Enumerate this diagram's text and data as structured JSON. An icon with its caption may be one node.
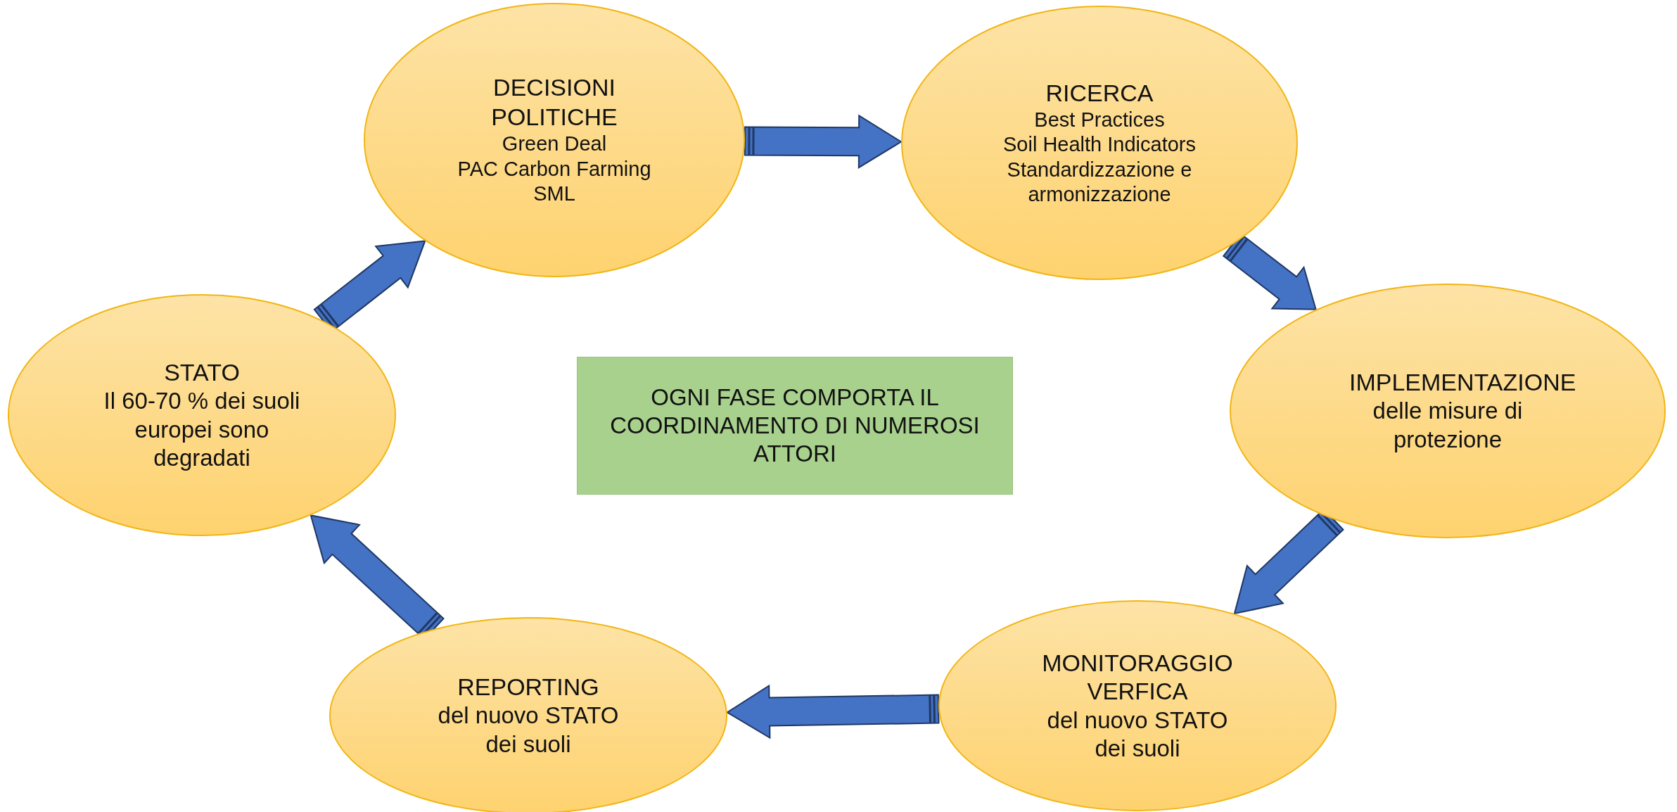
{
  "diagram": {
    "nodes": [
      {
        "text": [
          "DECISIONI POLITICHE",
          "Green Deal",
          "PAC Carbon Farming",
          "SML"
        ]
      },
      {
        "text": [
          "RICERCA",
          "Best Practices",
          "Soil Health Indicators",
          "Standardizzazione e armonizzazione"
        ]
      },
      {
        "text": [
          "STATO",
          "Il 60-70 % dei suoli europei sono degradati"
        ]
      },
      {
        "text": [
          "IMPLEMENTAZIONE",
          "delle misure di protezione"
        ]
      },
      {
        "text": [
          "OGNI FASE COMPORTA IL COORDINAMENTO DI NUMEROSI ATTORI"
        ]
      },
      {
        "text": [
          "MONITORAGGIO",
          "VERFICA",
          "del nuovo STATO dei suoli"
        ]
      },
      {
        "text": [
          "REPORTING",
          "del nuovo STATO dei suoli"
        ]
      }
    ],
    "edges": [
      {
        "from": 2,
        "to": 0,
        "arrow": "to"
      },
      {
        "from": 0,
        "to": 1,
        "arrow": "to"
      },
      {
        "from": 1,
        "to": 3,
        "arrow": "to"
      },
      {
        "from": 3,
        "to": 5,
        "arrow": "to"
      },
      {
        "from": 5,
        "to": 6,
        "arrow": "to"
      },
      {
        "from": 6,
        "to": 2,
        "arrow": "to"
      }
    ]
  }
}
